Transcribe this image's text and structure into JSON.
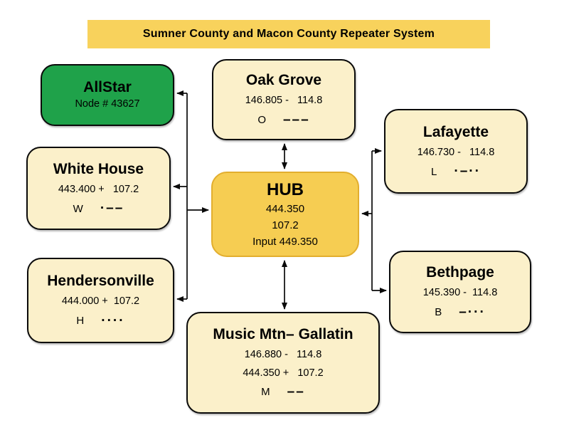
{
  "title_banner": {
    "text": "Sumner County and Macon County Repeater System"
  },
  "colors": {
    "background": "#FFFFFF",
    "banner_bg": "#F8D25C",
    "node_bg": "#FBF0CA",
    "node_border": "#0A0A0A",
    "hub_bg": "#F6CD52",
    "hub_border": "#E2AE2E",
    "allstar_bg": "#1FA24A",
    "text": "#000000",
    "connector": "#0A0A0A"
  },
  "nodes": {
    "allstar": {
      "title": "AllStar",
      "subtitle": "Node # 43627"
    },
    "oak_grove": {
      "title": "Oak Grove",
      "freq": "146.805 -   114.8",
      "morse_letter": "O",
      "morse_code": "–––"
    },
    "lafayette": {
      "title": "Lafayette",
      "freq": "146.730 -   114.8",
      "morse_letter": "L",
      "morse_code": "·–··"
    },
    "white_house": {
      "title": "White House",
      "freq": "443.400 +   107.2",
      "morse_letter": "W",
      "morse_code": "·––"
    },
    "hub": {
      "title": "HUB",
      "output": "444.350",
      "tone": "107.2",
      "input": "Input 449.350"
    },
    "hendersonville": {
      "title": "Hendersonville",
      "freq": "444.000 +  107.2",
      "morse_letter": "H",
      "morse_code": "····"
    },
    "bethpage": {
      "title": "Bethpage",
      "freq": "145.390 -  114.8",
      "morse_letter": "B",
      "morse_code": "–···"
    },
    "music_mtn": {
      "title": "Music Mtn– Gallatin",
      "freq1": "146.880 -   114.8",
      "freq2": "444.350 +   107.2",
      "morse_letter": "M",
      "morse_code": "––"
    }
  }
}
